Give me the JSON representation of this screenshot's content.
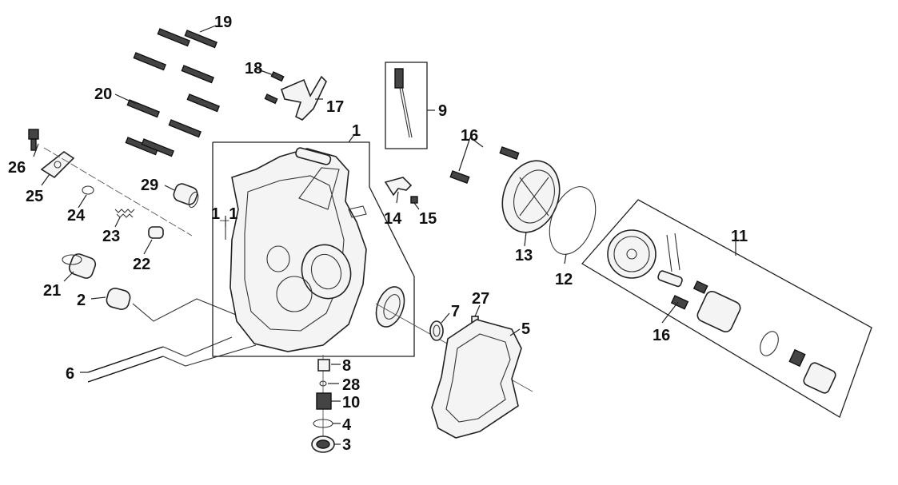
{
  "diagram": {
    "type": "exploded-parts-diagram",
    "callouts": [
      {
        "id": "c1",
        "label": "1"
      },
      {
        "id": "c1_1",
        "label": "1_1"
      },
      {
        "id": "c2",
        "label": "2"
      },
      {
        "id": "c3",
        "label": "3"
      },
      {
        "id": "c4",
        "label": "4"
      },
      {
        "id": "c5",
        "label": "5"
      },
      {
        "id": "c6",
        "label": "6"
      },
      {
        "id": "c7",
        "label": "7"
      },
      {
        "id": "c8",
        "label": "8"
      },
      {
        "id": "c9",
        "label": "9"
      },
      {
        "id": "c10",
        "label": "10"
      },
      {
        "id": "c11",
        "label": "11"
      },
      {
        "id": "c12",
        "label": "12"
      },
      {
        "id": "c13",
        "label": "13"
      },
      {
        "id": "c14",
        "label": "14"
      },
      {
        "id": "c15",
        "label": "15"
      },
      {
        "id": "c16a",
        "label": "16"
      },
      {
        "id": "c16b",
        "label": "16"
      },
      {
        "id": "c17",
        "label": "17"
      },
      {
        "id": "c18",
        "label": "18"
      },
      {
        "id": "c19",
        "label": "19"
      },
      {
        "id": "c20",
        "label": "20"
      },
      {
        "id": "c21",
        "label": "21"
      },
      {
        "id": "c22",
        "label": "22"
      },
      {
        "id": "c23",
        "label": "23"
      },
      {
        "id": "c24",
        "label": "24"
      },
      {
        "id": "c25",
        "label": "25"
      },
      {
        "id": "c26",
        "label": "26"
      },
      {
        "id": "c27",
        "label": "27"
      },
      {
        "id": "c28",
        "label": "28"
      },
      {
        "id": "c29",
        "label": "29"
      }
    ]
  }
}
